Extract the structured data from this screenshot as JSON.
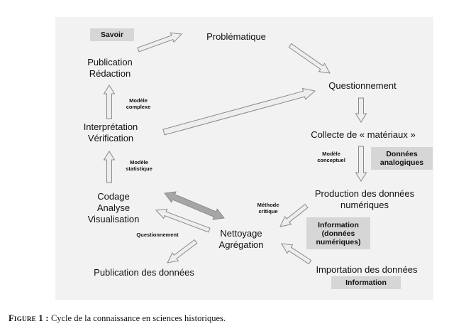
{
  "nodes": {
    "problematique": "Problématique",
    "questionnement": "Questionnement",
    "collecte": "Collecte de « matériaux »",
    "production": [
      "Production des données",
      "numériques"
    ],
    "importation": "Importation des données",
    "nettoyage": [
      "Nettoyage",
      "Agrégation"
    ],
    "codage": [
      "Codage",
      "Analyse",
      "Visualisation"
    ],
    "interpretation": [
      "Interprétation",
      "Vérification"
    ],
    "publication_redaction": [
      "Publication",
      "Rédaction"
    ],
    "publication_donnees": "Publication des données"
  },
  "labels": {
    "modele_complexe": [
      "Modèle",
      "complexe"
    ],
    "modele_statistique": [
      "Modèle",
      "statistique"
    ],
    "modele_conceptuel": [
      "Modèle",
      "conceptuel"
    ],
    "methode_critique": [
      "Méthode",
      "critique"
    ],
    "questionnement_small": "Questionnement"
  },
  "tags": {
    "savoir": "Savoir",
    "donnees_analogiques": [
      "Données",
      "analogiques"
    ],
    "information_numeriques": [
      "Information",
      "(données",
      "numériques)"
    ],
    "information": "Information"
  },
  "caption": {
    "figure": "Figure 1 :",
    "text": " Cycle de la connaissance en sciences historiques."
  },
  "colors": {
    "arrow_fill": "#eeeeee",
    "arrow_stroke": "#8a8a8a",
    "arrow_dark": "#a6a6a6",
    "tag_bg": "#d6d6d6",
    "panel_bg": "#f2f2f2"
  }
}
